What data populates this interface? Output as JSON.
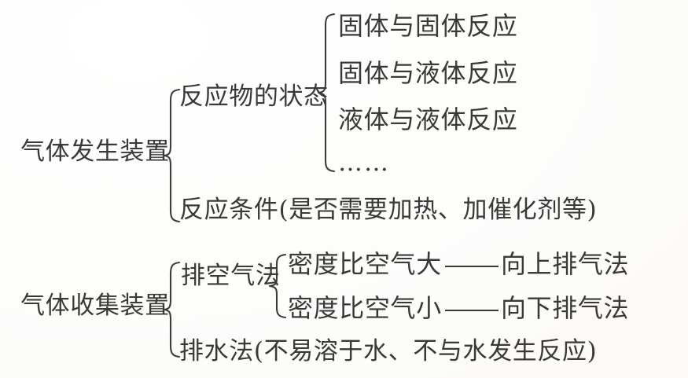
{
  "document": {
    "type": "brace-tree-diagram",
    "subject": "chemistry",
    "language": "zh-CN"
  },
  "groups": [
    {
      "id": "gas-generation",
      "root_label": "气体发生装置",
      "branches": [
        {
          "id": "reactant-state",
          "label": "反应物的状态",
          "children": [
            {
              "id": "solid-solid",
              "label": "固体与固体反应"
            },
            {
              "id": "solid-liquid",
              "label": "固体与液体反应"
            },
            {
              "id": "liquid-liquid",
              "label": "液体与液体反应"
            },
            {
              "id": "etc",
              "label": "……"
            }
          ]
        },
        {
          "id": "reaction-condition",
          "label": "反应条件(是否需要加热、加催化剂等)",
          "children": []
        }
      ]
    },
    {
      "id": "gas-collection",
      "root_label": "气体收集装置",
      "branches": [
        {
          "id": "air-displacement",
          "label": "排空气法",
          "children": [
            {
              "id": "denser-than-air",
              "label_left": "密度比空气大",
              "connector": "——",
              "label_right": "向上排气法"
            },
            {
              "id": "lighter-than-air",
              "label_left": "密度比空气小",
              "connector": "——",
              "label_right": "向下排气法"
            }
          ]
        },
        {
          "id": "water-displacement",
          "label": "排水法(不易溶于水、不与水发生反应)",
          "children": []
        }
      ]
    }
  ],
  "colors": {
    "ink": "#3a3937",
    "paper": "#fefefd"
  }
}
